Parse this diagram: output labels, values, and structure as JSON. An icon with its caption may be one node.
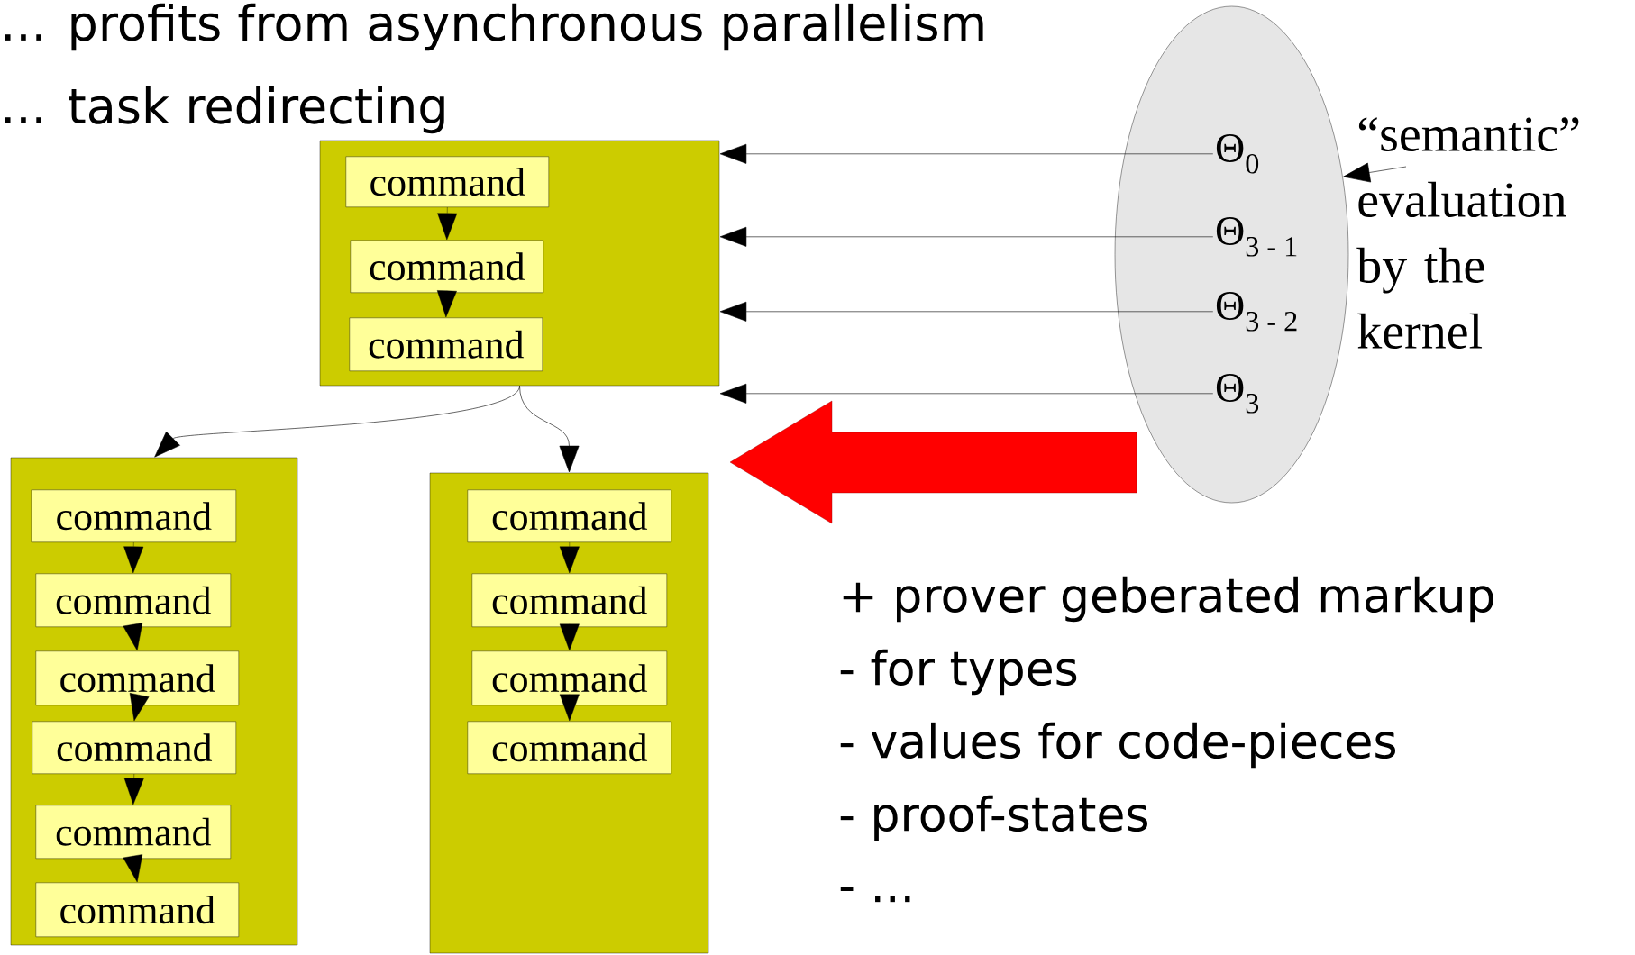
{
  "diagram": {
    "nodes": [
      {
        "text": [],
        "shape": "box"
      },
      {
        "text": [
          "command"
        ],
        "in": 0
      },
      {
        "text": [
          "command"
        ],
        "in": 0
      },
      {
        "text": [
          "command"
        ],
        "in": 0
      },
      {
        "text": [],
        "shape": "box"
      },
      {
        "text": [
          "command"
        ],
        "in": 4
      },
      {
        "text": [
          "command"
        ],
        "in": 4
      },
      {
        "text": [
          "command"
        ],
        "in": 4
      },
      {
        "text": [
          "command"
        ],
        "in": 4
      },
      {
        "text": [
          "command"
        ],
        "in": 4
      },
      {
        "text": [
          "command"
        ],
        "in": 4
      },
      {
        "text": [],
        "shape": "box"
      },
      {
        "text": [
          "command"
        ],
        "in": 11
      },
      {
        "text": [
          "command"
        ],
        "in": 11
      },
      {
        "text": [
          "command"
        ],
        "in": 11
      },
      {
        "text": [
          "command"
        ],
        "in": 11
      },
      {
        "text": [],
        "shape": "ellipse"
      },
      {
        "text": [
          "Θ$_{0}$"
        ],
        "in": 16
      },
      {
        "text": [
          "Θ$_{3 - 1}$"
        ],
        "in": 16
      },
      {
        "text": [
          "Θ$_{3 - 2}$"
        ],
        "in": 16
      },
      {
        "text": [
          "Θ$_{3}$"
        ],
        "in": 16
      },
      {
        "text": [
          "“semantic” evaluation by the kernel"
        ]
      }
    ],
    "edges": [
      {
        "from": 1,
        "to": 2,
        "arrow": "to"
      },
      {
        "from": 2,
        "to": 3,
        "arrow": "to"
      },
      {
        "from": 5,
        "to": 6,
        "arrow": "to"
      },
      {
        "from": 6,
        "to": 7,
        "arrow": "to"
      },
      {
        "from": 7,
        "to": 8,
        "arrow": "to"
      },
      {
        "from": 8,
        "to": 9,
        "arrow": "to"
      },
      {
        "from": 9,
        "to": 10,
        "arrow": "to"
      },
      {
        "from": 12,
        "to": 13,
        "arrow": "to"
      },
      {
        "from": 13,
        "to": 14,
        "arrow": "to"
      },
      {
        "from": 14,
        "to": 15,
        "arrow": "to"
      },
      {
        "from": 0,
        "to": 4,
        "arrow": "to"
      },
      {
        "from": 0,
        "to": 11,
        "arrow": "to"
      },
      {
        "from": 17,
        "to": 0,
        "arrow": "to"
      },
      {
        "from": 18,
        "to": 0,
        "arrow": "to"
      },
      {
        "from": 19,
        "to": 0,
        "arrow": "to"
      },
      {
        "from": 20,
        "to": 0,
        "arrow": "to"
      },
      {
        "from": 21,
        "to": 16,
        "arrow": "to"
      }
    ],
    "labels": [
      "... profits from asynchronous parallelism",
      "... task redirecting",
      "+ prover geberated markup",
      "- for types",
      "- values for code-pieces",
      "- proof-states",
      "- ..."
    ]
  }
}
